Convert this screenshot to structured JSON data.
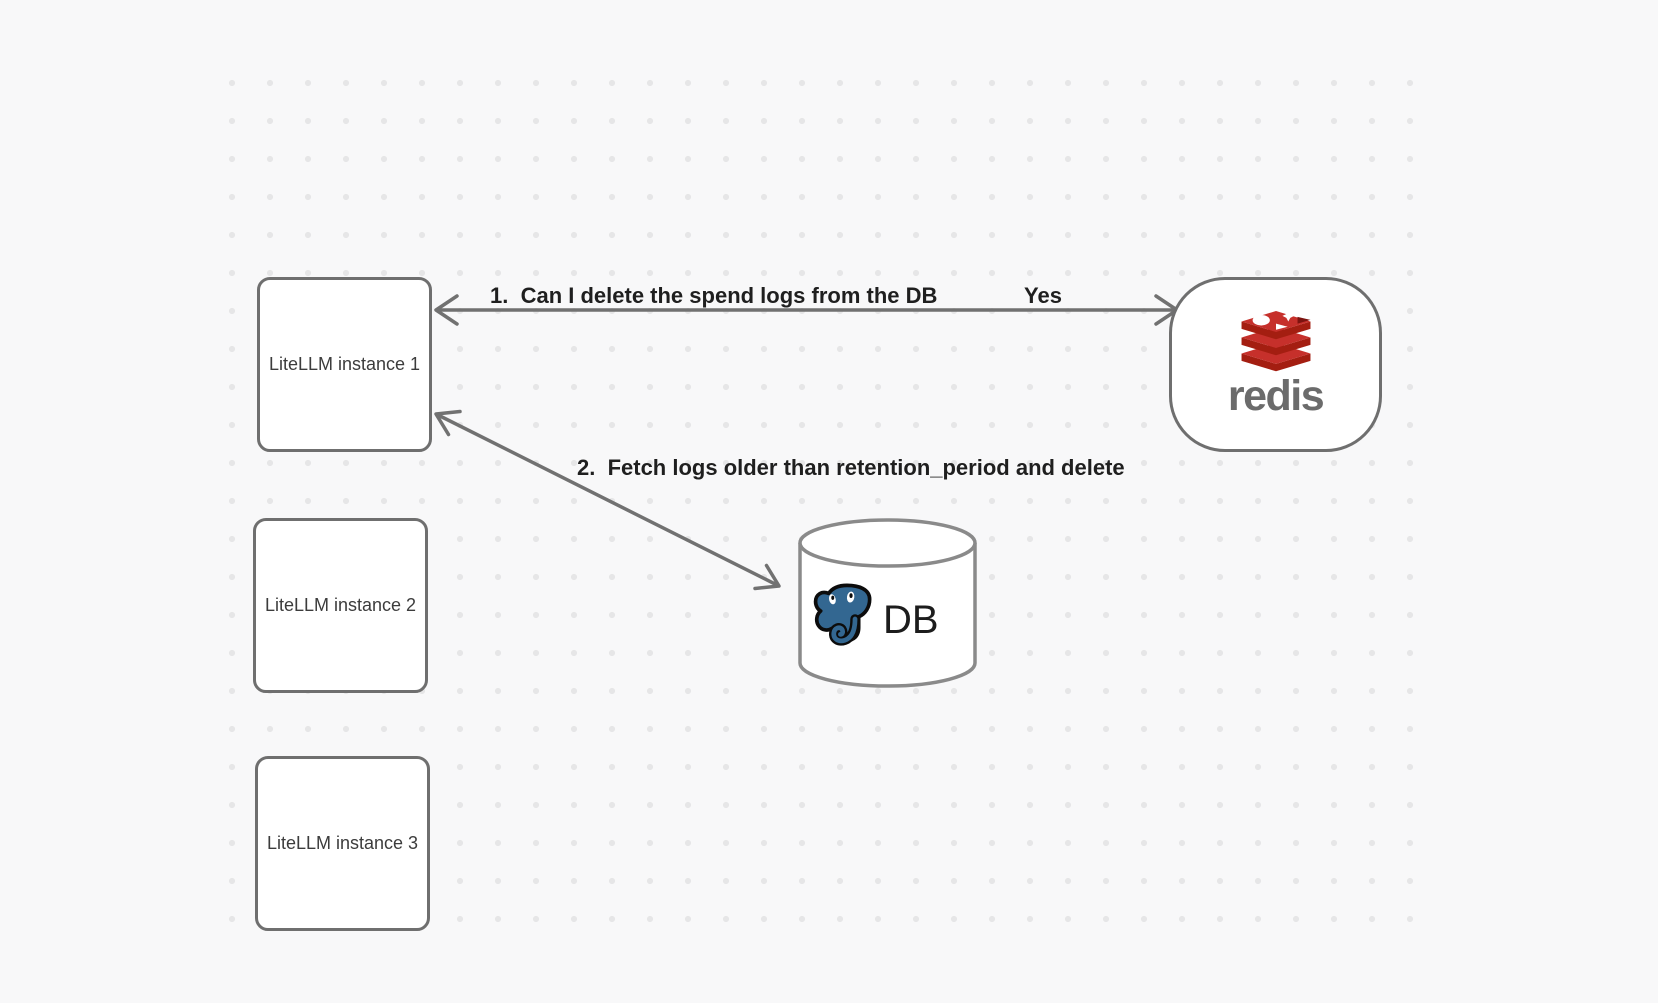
{
  "canvas": {
    "background": "#f8f8f9",
    "dot_color": "#e6e6e7"
  },
  "nodes": {
    "instance1": {
      "label": "LiteLLM instance 1"
    },
    "instance2": {
      "label": "LiteLLM instance 2"
    },
    "instance3": {
      "label": "LiteLLM instance 3"
    },
    "redis": {
      "label": "redis"
    },
    "database": {
      "label": "DB"
    }
  },
  "edges": {
    "edge1": {
      "label": "1.  Can I delete the spend logs from the DB",
      "answer": "Yes",
      "from": "redis",
      "to": "instance1"
    },
    "edge2": {
      "label": "2.  Fetch logs older than retention_period and delete",
      "from": "instance1",
      "to": "database"
    }
  },
  "colors": {
    "stroke_gray": "#717171",
    "redis_red_bright": "#c6302b",
    "redis_red_dark": "#a41e11",
    "redis_red_notch": "#7c130f",
    "postgres_blue": "#336791",
    "label_text": "#1f1f1f"
  }
}
